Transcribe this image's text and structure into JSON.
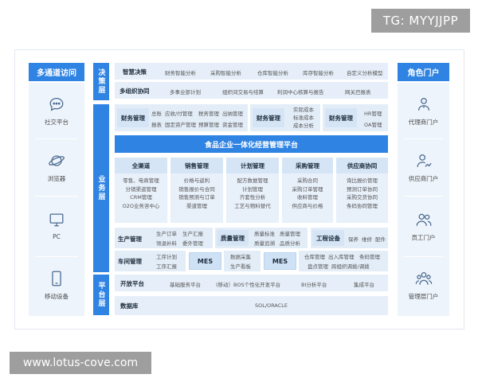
{
  "watermarks": {
    "top": "TG: MYYJJPP",
    "bottom": "www.lotus-cove.com"
  },
  "left_column": {
    "title": "多通道访问",
    "items": [
      {
        "label": "社交平台",
        "icon": "chat-icon"
      },
      {
        "label": "浏览器",
        "icon": "planet-icon"
      },
      {
        "label": "PC",
        "icon": "monitor-icon"
      },
      {
        "label": "移动设备",
        "icon": "mobile-icon"
      }
    ]
  },
  "right_column": {
    "title": "角色门户",
    "items": [
      {
        "label": "代理商门户",
        "icon": "person-icon"
      },
      {
        "label": "供应商门户",
        "icon": "person-growth-icon"
      },
      {
        "label": "员工门户",
        "icon": "people-icon"
      },
      {
        "label": "管理层门户",
        "icon": "people-group-icon"
      }
    ]
  },
  "layers": {
    "decision": "决策层",
    "business": "业务层",
    "platform": "平台层"
  },
  "decision": {
    "row1": {
      "head": "智慧决策",
      "items": [
        "财务智能分析",
        "采购智能分析",
        "仓库智能分析",
        "库存智能分析",
        "自定义分析模型"
      ]
    },
    "row2": {
      "head": "多组织协同",
      "items": [
        "多事业部计划",
        "组织间交易与结算",
        "利润中心核算与报告",
        "网关巴报表"
      ]
    }
  },
  "finance": {
    "block1": {
      "head": "财务管理",
      "lines": [
        [
          "总账",
          "应收/付管理",
          "税务管理",
          "出纳管理"
        ],
        [
          "报表",
          "固定资产管理",
          "预算管理",
          "资金管理"
        ]
      ]
    },
    "block2": {
      "head": "财务管理",
      "lines": [
        "实际成本",
        "标准成本",
        "成本分析"
      ]
    },
    "block3": {
      "head": "财务管理",
      "lines": [
        "HR管理",
        "OA管理"
      ]
    }
  },
  "main_platform": "食品企业一体化经营管理平台",
  "business_columns": [
    {
      "head": "全渠道",
      "items": [
        "零售、电商管理",
        "分销渠道管理",
        "CRM管理",
        "O2O业务咨中心"
      ]
    },
    {
      "head": "销售管理",
      "items": [
        "价格与返利",
        "销售报价与合同",
        "销售预测与订单",
        "渠道管理"
      ]
    },
    {
      "head": "计划管理",
      "items": [
        "配方数据管理",
        "计划管理",
        "齐套性分析",
        "工艺与物料替代"
      ]
    },
    {
      "head": "采购管理",
      "items": [
        "采购合同",
        "采购订单管理",
        "收料管理",
        "供应商与价格"
      ]
    },
    {
      "head": "供应商协同",
      "items": [
        "询比报价管理",
        "预测订单协同",
        "采购交货协同",
        "条码协同管理"
      ]
    }
  ],
  "production": {
    "prod": {
      "head": "生产管理",
      "lines": [
        [
          "生产订单",
          "生产汇报"
        ],
        [
          "领退补料",
          "委外管理"
        ]
      ]
    },
    "quality": {
      "head": "质量管理",
      "lines": [
        [
          "质量标准",
          "质量管理"
        ],
        [
          "质量追溯",
          "品质分析"
        ]
      ]
    },
    "engineering": {
      "head": "工程设备",
      "items": [
        "保养",
        "维修",
        "配件"
      ]
    },
    "workshop": {
      "head": "车间管理",
      "lines": [
        "工序计划",
        "工序汇报"
      ]
    },
    "mes1": {
      "label": "MES",
      "lines": [
        "数据采集",
        "生产看板"
      ]
    },
    "mes2": {
      "label": "MES",
      "lines": [
        [
          "仓库管理",
          "出入库管理",
          "条码管理"
        ],
        [
          "盘点管理",
          "跨组织调拨/调拨"
        ]
      ]
    }
  },
  "platform": {
    "open": {
      "head": "开放平台",
      "items": [
        "基础服务平台",
        "(移动）BOS个性化开发平台",
        "BI分析平台",
        "集成平台"
      ]
    },
    "db": {
      "head": "数据库",
      "value": "SOL/ORACLE"
    }
  },
  "colors": {
    "accent": "#2f83e3",
    "panel": "#eef4fb",
    "cell": "#e3edf8"
  }
}
